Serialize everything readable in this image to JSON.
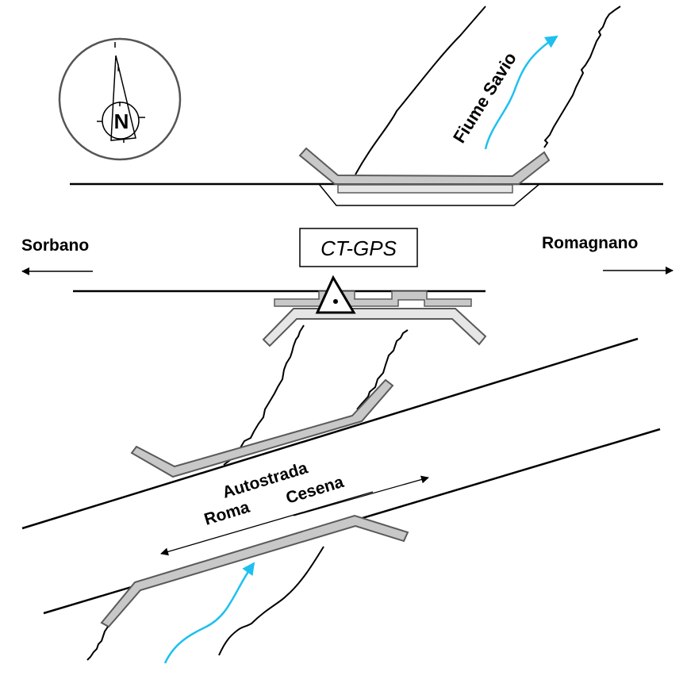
{
  "diagram": {
    "title_box": "CT-GPS",
    "labels": {
      "west": "Sorbano",
      "east": "Romagnano",
      "river": "Fiume  Savio",
      "highway_line1": "Autostrada",
      "highway_line2_a": "Roma",
      "highway_line2_b": "Cesena"
    },
    "compass": {
      "letter": "N",
      "icon": "north-arrow-icon"
    },
    "colors": {
      "river_flow": "#1ec0ee",
      "bridge_fill_dark": "#c8c8c8",
      "bridge_fill_light": "#e6e6e6",
      "bridge_stroke": "#5a5a5a",
      "line": "#000000"
    },
    "elements": [
      "north-bridge",
      "south-road-bridge",
      "highway-upper-bridge",
      "highway-lower-bridge",
      "gps-station-marker",
      "river-flow-arrows",
      "direction-arrows"
    ]
  }
}
